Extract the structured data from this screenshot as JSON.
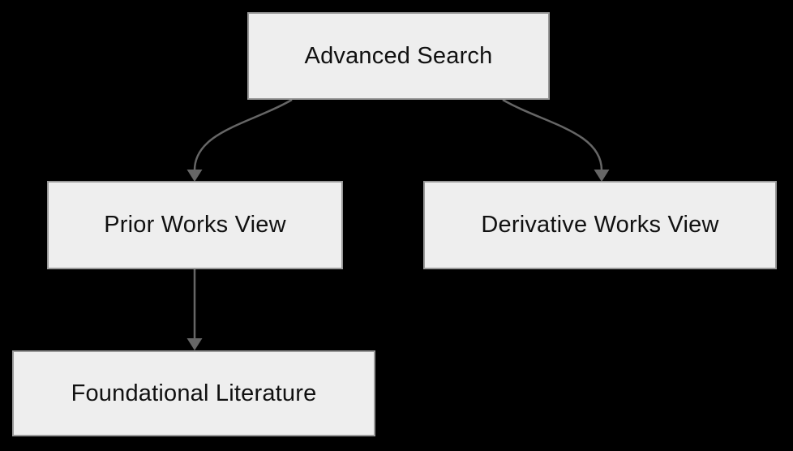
{
  "diagram": {
    "type": "flowchart",
    "colors": {
      "background": "#000000",
      "node_fill": "#eeeeee",
      "node_border": "#999999",
      "arrow": "#666666",
      "text": "#111111"
    },
    "nodes": [
      {
        "id": "advanced-search",
        "label": "Advanced Search"
      },
      {
        "id": "prior-works-view",
        "label": "Prior Works View"
      },
      {
        "id": "derivative-works-view",
        "label": "Derivative Works View"
      },
      {
        "id": "foundational-literature",
        "label": "Foundational Literature"
      }
    ],
    "edges": [
      {
        "from": "advanced-search",
        "to": "prior-works-view"
      },
      {
        "from": "advanced-search",
        "to": "derivative-works-view"
      },
      {
        "from": "prior-works-view",
        "to": "foundational-literature"
      }
    ]
  }
}
